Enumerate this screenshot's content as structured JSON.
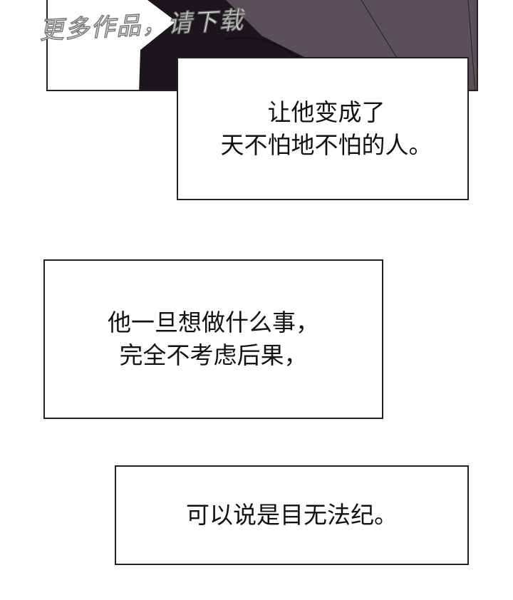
{
  "watermark": "更多作品，请下载",
  "colors": {
    "dark": "#1c161c",
    "shade": "#5a5058"
  },
  "captions": [
    {
      "lines": [
        "让他变成了",
        "天不怕地不怕的人。"
      ]
    },
    {
      "lines": [
        "他一旦想做什么事，",
        "完全不考虑后果，"
      ]
    },
    {
      "lines": [
        "可以说是目无法纪。"
      ]
    }
  ]
}
